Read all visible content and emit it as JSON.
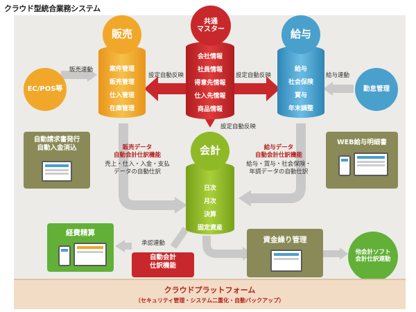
{
  "title": "クラウド型統合業務システム",
  "colors": {
    "sales": "#f1a82a",
    "master": "#c8282b",
    "payroll": "#4aa0cc",
    "accounting": "#8fb927",
    "olive": "#8a8a58",
    "green": "#62b038",
    "gray_arrow": "#c9c9c9"
  },
  "sales": {
    "label": "販売",
    "items": [
      "案件管理",
      "販売管理",
      "仕入管理",
      "在庫管理"
    ]
  },
  "master": {
    "label_line1": "共通",
    "label_line2": "マスター",
    "items": [
      "会社情報",
      "社員情報",
      "得意先情報",
      "仕入先情報",
      "商品情報"
    ]
  },
  "payroll": {
    "label": "給与",
    "items": [
      "給与",
      "社会保険",
      "賞与",
      "年末調整"
    ]
  },
  "accounting": {
    "label": "会計",
    "items": [
      "日次",
      "月次",
      "決算",
      "固定資産"
    ]
  },
  "ecpos": {
    "label": "EC/POS等"
  },
  "attendance": {
    "label": "勤怠管理"
  },
  "arrows": {
    "sales_link": "販売連動",
    "sync_left": "設定自動反映",
    "sync_right": "設定自動反映",
    "payroll_link": "給与連動",
    "sync_down": "設定自動反映",
    "approval_link": "承認連動"
  },
  "invoice": {
    "line1": "自動請求書発行",
    "line2": "自動入金消込"
  },
  "web_payslip": {
    "label": "WEB給与明細書"
  },
  "sales_data": {
    "title1": "販売データ",
    "title2": "自動会計仕訳機能",
    "desc1": "売上・仕入・入金・支払",
    "desc2": "データの自動仕訳"
  },
  "payroll_data": {
    "title1": "給与データ",
    "title2": "自動会計仕訳機能",
    "desc1": "給与・賞与・社会保険・",
    "desc2": "年調データの自動仕訳"
  },
  "expense": {
    "label": "経費精算"
  },
  "auto_journal": {
    "line1": "自動会計",
    "line2": "仕訳機能"
  },
  "cash": {
    "label": "資金繰り管理"
  },
  "other_soft": {
    "line1": "他会計ソフト",
    "line2": "会計仕訳連動"
  },
  "platform": {
    "title": "クラウドプラットフォーム",
    "subtitle": "（セキュリティ管理・システム二重化・自動バックアップ）"
  }
}
